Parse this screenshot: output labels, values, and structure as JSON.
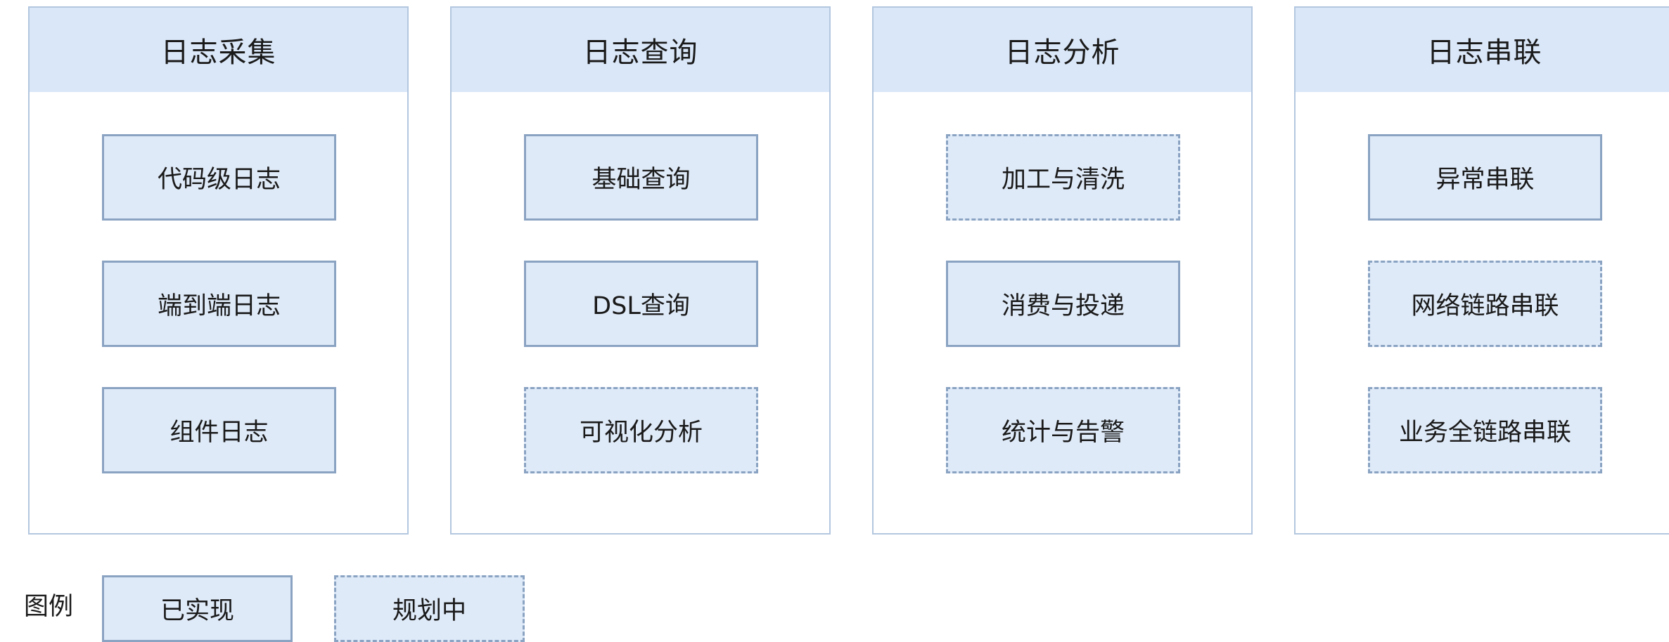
{
  "columns": [
    {
      "title": "日志采集",
      "items": [
        {
          "label": "代码级日志",
          "status": "solid"
        },
        {
          "label": "端到端日志",
          "status": "solid"
        },
        {
          "label": "组件日志",
          "status": "solid"
        }
      ]
    },
    {
      "title": "日志查询",
      "items": [
        {
          "label": "基础查询",
          "status": "solid"
        },
        {
          "label": "DSL查询",
          "status": "solid"
        },
        {
          "label": "可视化分析",
          "status": "dashed"
        }
      ]
    },
    {
      "title": "日志分析",
      "items": [
        {
          "label": "加工与清洗",
          "status": "dashed"
        },
        {
          "label": "消费与投递",
          "status": "solid"
        },
        {
          "label": "统计与告警",
          "status": "dashed"
        }
      ]
    },
    {
      "title": "日志串联",
      "items": [
        {
          "label": "异常串联",
          "status": "solid"
        },
        {
          "label": "网络链路串联",
          "status": "dashed"
        },
        {
          "label": "业务全链路串联",
          "status": "dashed"
        }
      ]
    }
  ],
  "legend": {
    "title": "图例",
    "implemented": "已实现",
    "planned": "规划中"
  },
  "colors": {
    "header_bg": "#dae7f8",
    "item_bg": "#dfeaf8",
    "item_border": "#8aa3c2",
    "column_border": "#b3c7df"
  }
}
